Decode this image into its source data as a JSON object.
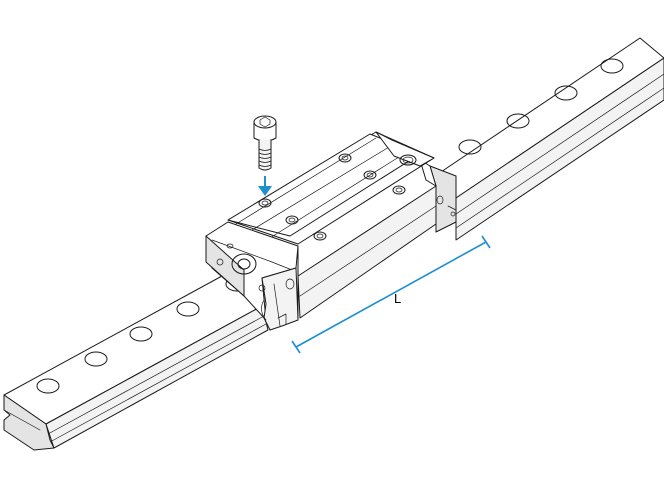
{
  "figure": {
    "dimension_label": "L",
    "accent_color": "#1e8fcf",
    "parts": [
      "linear-guide-rail",
      "carriage-block",
      "mounting-screw",
      "dimension-arrow",
      "down-arrow"
    ]
  }
}
